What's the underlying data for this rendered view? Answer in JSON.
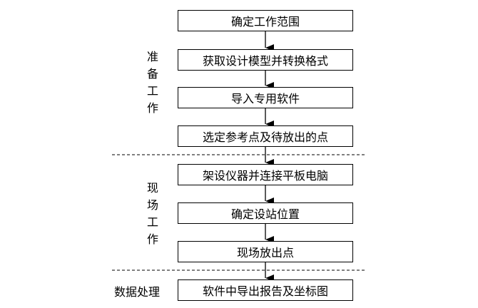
{
  "steps": [
    "确定工作范围",
    "获取设计模型并转换格式",
    "导入专用软件",
    "选定参考点及待放出的点",
    "架设仪器并连接平板电脑",
    "确定设站位置",
    "现场放出点",
    "软件中导出报告及坐标图"
  ],
  "phases": {
    "prep": [
      "准",
      "备",
      "工",
      "作"
    ],
    "field": [
      "现",
      "场",
      "工",
      "作"
    ],
    "data": "数据处理"
  }
}
